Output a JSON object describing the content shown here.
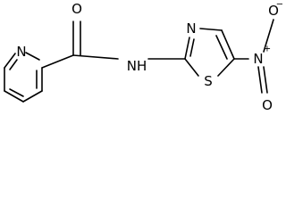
{
  "molecule": {
    "atoms": {
      "pyridine_n": "N",
      "carbonyl_o": "O",
      "amide_n": "NH",
      "thiazole_n": "N",
      "thiazole_s": "S",
      "nitro_n": "N",
      "nitro_n_charge": "+",
      "nitro_o_top": "O",
      "nitro_o_bottom": "O",
      "nitro_o_charge": "−"
    }
  }
}
